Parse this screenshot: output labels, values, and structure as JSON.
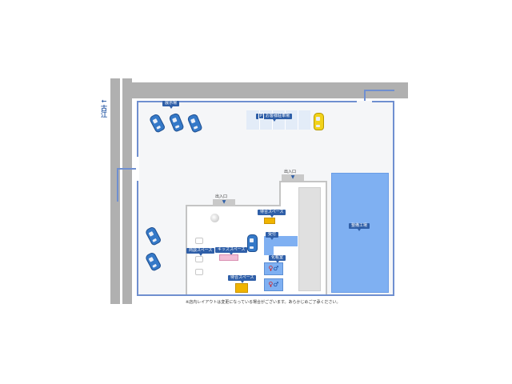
{
  "map": {
    "direction_sign": {
      "arrow": "←",
      "text": "古江"
    },
    "areas": {
      "showroom": "展示場",
      "customer_parking": "お客様駐車場",
      "parking_icon": "P",
      "entrance_1": "出入口",
      "entrance_2": "出入口",
      "waiting_space_1": "待合スペース",
      "waiting_space_2": "待合スペース",
      "business_space": "商談スペース",
      "kids_space": "キッズスペース",
      "reception": "受付",
      "restroom": "化粧室",
      "service_factory": "整備工場"
    },
    "entrance_marker": "▼",
    "restroom_icons": {
      "female": "♀",
      "male": "♂"
    },
    "note": "※店内レイアウトは変更になっている場合がございます。あらかじめご了承ください。",
    "colors": {
      "road": "#b0b0b0",
      "lot_border": "#6f8fd0",
      "label_bg": "#2f5fa8",
      "car_blue": "#3579c8",
      "car_yellow": "#f2d21a",
      "factory": "#7fb0f2",
      "waiting": "#f0b400",
      "kids": "#f2bdd6"
    }
  }
}
